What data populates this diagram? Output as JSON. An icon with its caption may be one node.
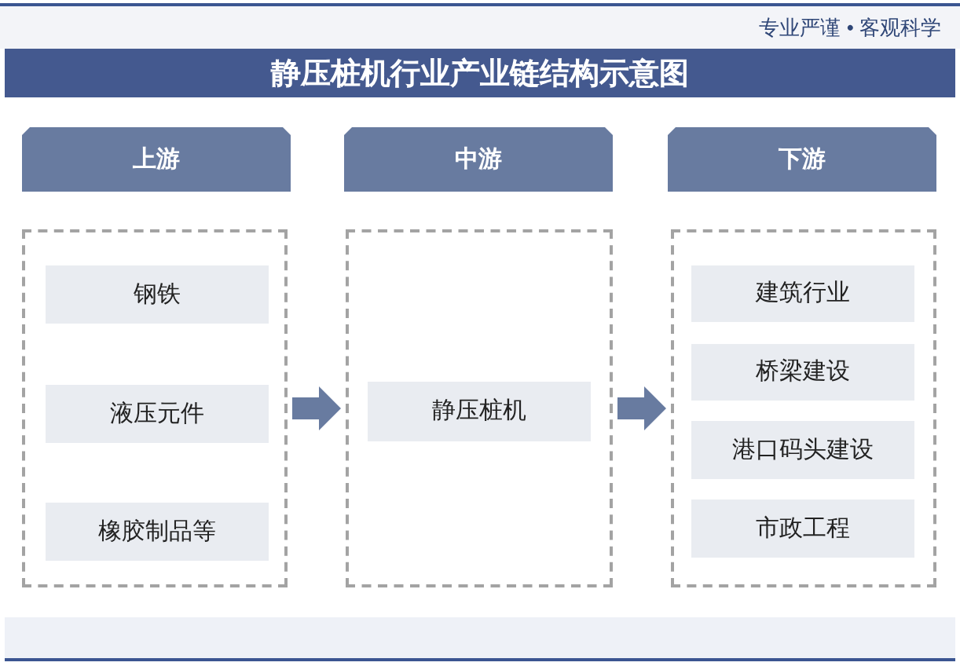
{
  "diagram": {
    "title": "静压桩机行业产业链结构示意图",
    "nodes": [
      {
        "text": [
          "上游"
        ]
      },
      {
        "text": [
          "中游"
        ]
      },
      {
        "text": [
          "下游"
        ]
      },
      {
        "text": [],
        "shape": "box"
      },
      {
        "text": [
          "钢铁"
        ],
        "in": 3
      },
      {
        "text": [
          "液压元件"
        ],
        "in": 3
      },
      {
        "text": [
          "橡胶制品等"
        ],
        "in": 3
      },
      {
        "text": [],
        "shape": "box"
      },
      {
        "text": [
          "静压桩机"
        ],
        "in": 7
      },
      {
        "text": [],
        "shape": "box"
      },
      {
        "text": [
          "建筑行业"
        ],
        "in": 9
      },
      {
        "text": [
          "桥梁建设"
        ],
        "in": 9
      },
      {
        "text": [
          "港口码头建设"
        ],
        "in": 9
      },
      {
        "text": [
          "市政工程"
        ],
        "in": 9
      }
    ],
    "edges": [
      {
        "from": 3,
        "to": 7,
        "arrow": "to"
      },
      {
        "from": 7,
        "to": 9,
        "arrow": "to"
      }
    ],
    "labels": [
      "专业严谨 • 客观科学"
    ]
  }
}
